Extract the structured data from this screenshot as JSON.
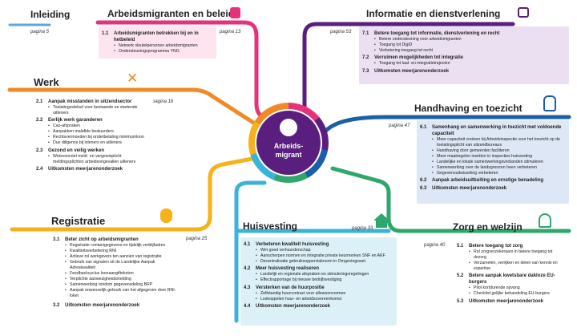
{
  "colors": {
    "pink": "#e5337b",
    "purple": "#5a1f7e",
    "blue": "#1b5fa8",
    "orange": "#f08a24",
    "gold": "#f5b21a",
    "cyan": "#3bb3d8",
    "lightblue": "#5fa6d9",
    "green": "#2fa66b"
  },
  "center": {
    "label": "Arbeids-migrant"
  },
  "inleiding": {
    "title": "Inleiding",
    "page": "pagina 5"
  },
  "beleid": {
    "title": "Arbeidsmigranten en beleid",
    "page": "pagina 13",
    "items": [
      {
        "num": "1.1",
        "text": "Arbeidsmigranten betrekken bij en in hetbeleid",
        "bullets": [
          "Netwerk sleutelpersonen arbeidsmigranten",
          "Ondersteuningsprogramma YNG"
        ]
      }
    ]
  },
  "info": {
    "title": "Informatie en dienstverlening",
    "page": "pagina 53",
    "items": [
      {
        "num": "7.1",
        "text": "Betere toegang tot informatie, dienstverlening en recht",
        "bullets": [
          "Betere ondersteuning voor arbeidsmigranten",
          "Toegang tot DigiD",
          "Verbetering toegang tot recht"
        ]
      },
      {
        "num": "7.2",
        "text": "Verruimen mogelijkheden tot integratie",
        "bullets": [
          "Toegang tot taal- en integratietrajecten"
        ]
      },
      {
        "num": "7.3",
        "text": "Uitkomsten meerjarenonderzoek",
        "bullets": []
      }
    ]
  },
  "werk": {
    "title": "Werk",
    "page": "pagina 16",
    "items": [
      {
        "num": "2.1",
        "text": "Aanpak misstanden in uitzendsector",
        "bullets": [
          "Toelatingsstelsel voor bestaande en startende uitleners"
        ]
      },
      {
        "num": "2.2",
        "text": "Eerlijk werk garanderen",
        "bullets": [
          "Cao-afspraken",
          "Aanpakken malafide bestuurders",
          "Rechtsvermoeden bij onderbetaling minimumloon",
          "Due diligence bij inleners en uitleners"
        ]
      },
      {
        "num": "2.3",
        "text": "Gezond en veilig werken",
        "bullets": [
          "Wetsvoorstel meld- en vergewisplicht meldingsplichten arbeidsongevallen uitleners"
        ]
      },
      {
        "num": "2.4",
        "text": "Uitkomsten meerjarenonderzoek",
        "bullets": []
      }
    ]
  },
  "handhaving": {
    "title": "Handhaving en toezicht",
    "page": "pagina 47",
    "items": [
      {
        "num": "6.1",
        "text": "Samenhang en samenwerking in toezicht met voldoende capaciteit",
        "bullets": [
          "Meer capaciteit creëren bij Arbeidsinspectie voor het toezicht op de toelatingsplicht van uitzendbureaus",
          "Handhaving door gemeenten faciliteren",
          "Meer maatregelen inzetten in inspecties huisvesting",
          "Landelijke en lokale samenwerkingsverbanden stimuleren",
          "Samenwerking over de landsgrenzen heen verbeteren",
          "Gegevensuitwisseling verbeteren"
        ]
      },
      {
        "num": "6.2",
        "text": "Aanpak arbeidsuitbuiting en ernstige benadeling",
        "bullets": []
      },
      {
        "num": "6.3",
        "text": "Uitkomsten meerjarenonderzoek",
        "bullets": []
      }
    ]
  },
  "registratie": {
    "title": "Registratie",
    "page": "pagina 25",
    "items": [
      {
        "num": "3.1",
        "text": "Beter zicht op arbeidsmigranten",
        "bullets": [
          "Registratie contactgegevens en tijdelijk verblijfadres",
          "Kwaliteitsverbetering RNI",
          "Actieve rol werkgevers ten aanzien van registratie",
          "Gebruik van signalen uit de Landelijke Aanpak Adreskwaliteit",
          "Feedbackcyclus loonaangifteketen",
          "Verplichte aanwezigheidsmelding",
          "Samenwerking rondom gegevensdeling BRP",
          "Aanpak onwenselijk gebruik van het afgegeven door RNI-loket"
        ]
      },
      {
        "num": "3.2",
        "text": "Uitkomsten meerjarenonderzoek",
        "bullets": []
      }
    ]
  },
  "huisvesting": {
    "title": "Huisvesting",
    "page": "pagina 33",
    "items": [
      {
        "num": "4.1",
        "text": "Verbeteren kwaliteit huisvesting",
        "bullets": [
          "Wet goed verhuurderschap",
          "Aanscherpen normen en integratie private keurmerken SNF en AKF",
          "Decentralisatie gebruiksoppervlaknorm in Omgevingswet"
        ]
      },
      {
        "num": "4.2",
        "text": "Meer huisvesting realiseren",
        "bullets": [
          "Landelijk en regionale afspraken en stimuleringsregelingen",
          "Effectrapportage bij nieuwe bedrijfsvestiging"
        ]
      },
      {
        "num": "4.3",
        "text": "Versterken van de huurpositie",
        "bullets": [
          "Zelfstandig huurcontract voor allewoonvormen",
          "Loskoppelen huur- en arbeidsovereenkomst"
        ]
      },
      {
        "num": "4.4",
        "text": "Uitkomsten meerjarenonderzoek",
        "bullets": []
      }
    ]
  },
  "zorg": {
    "title": "Zorg en welzijn",
    "page": "pagina 40",
    "items": [
      {
        "num": "5.1",
        "text": "Betere toegang tot zorg",
        "bullets": [
          "Rol zorgverzekeraars in betere toegang tot dezorg",
          "Verzamelen, verrijken en delen van kennis en expertise"
        ]
      },
      {
        "num": "5.2",
        "text": "Betere aanpak kwetsbare dakloze EU-burgers",
        "bullets": [
          "Pilot kortdurende opvang",
          "Checklist gelijke behandeling EU-burgers"
        ]
      },
      {
        "num": "5.3",
        "text": "Uitkomsten meerjarenonderzoek",
        "bullets": []
      }
    ]
  }
}
